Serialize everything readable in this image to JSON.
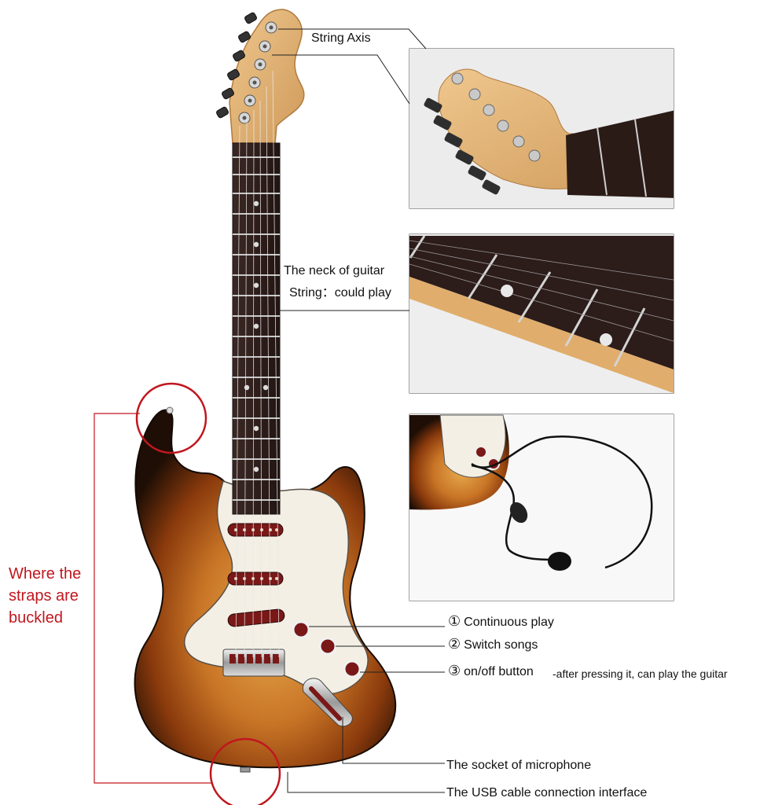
{
  "labels": {
    "string_axis": "String Axis",
    "neck_line1": "The neck of guitar",
    "neck_line2": "String：could play",
    "straps": "Where the straps are buckled",
    "socket_mic": "The socket of microphone",
    "usb": "The USB cable connection interface"
  },
  "buttons": [
    {
      "num": "①",
      "text": "Continuous play"
    },
    {
      "num": "②",
      "text": "Switch songs"
    },
    {
      "num": "③",
      "text": "on/off button",
      "note": "-after pressing it, can play the guitar"
    }
  ],
  "colors": {
    "accent_red": "#c0171f",
    "sunburst_dark": "#1e0e05",
    "sunburst_mid": "#8a3a0c",
    "sunburst_light": "#e7a94c",
    "pickguard": "#f3efe4",
    "fretboard": "#2c1c1a",
    "maple": "#e3b67a",
    "leader_line": "#222222"
  },
  "icons": {
    "guitar": "electric-guitar-illustration",
    "headset": "headset-microphone-icon"
  }
}
